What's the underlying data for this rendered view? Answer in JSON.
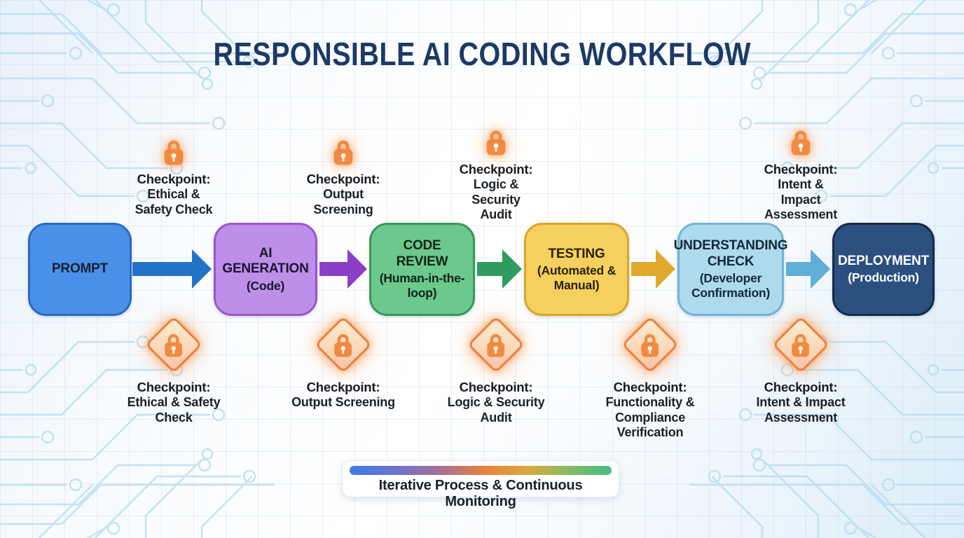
{
  "title": "RESPONSIBLE AI CODING WORKFLOW",
  "stages": [
    {
      "label": "PROMPT",
      "sublabel": "",
      "fill": "#4A90E8",
      "border": "#2A6AC0",
      "text_color": "#14202E"
    },
    {
      "label": "AI GENERATION",
      "sublabel": "(Code)",
      "fill": "#BE8FE8",
      "border": "#9A55CC",
      "text_color": "#1A1430"
    },
    {
      "label": "CODE REVIEW",
      "sublabel": "(Human-in-the-loop)",
      "fill": "#6CC88C",
      "border": "#37985C",
      "text_color": "#0F2417"
    },
    {
      "label": "TESTING",
      "sublabel": "(Automated & Manual)",
      "fill": "#F6D05E",
      "border": "#D9A62A",
      "text_color": "#2A2108"
    },
    {
      "label": "UNDERSTANDING CHECK",
      "sublabel": "(Developer Confirmation)",
      "fill": "#AEDAEE",
      "border": "#6FB4D6",
      "text_color": "#102A38"
    },
    {
      "label": "DEPLOYMENT",
      "sublabel": "(Production)",
      "fill": "#2B507F",
      "border": "#16294A",
      "text_color": "#FFFFFF"
    }
  ],
  "arrows": [
    {
      "color": "#2273C8"
    },
    {
      "color": "#8B3EC8"
    },
    {
      "color": "#2E9C5E"
    },
    {
      "color": "#E0A92B"
    },
    {
      "color": "#5FAFD6"
    }
  ],
  "checkpoints_top": [
    {
      "heading": "Checkpoint:",
      "body": "Ethical &\nSafety Check"
    },
    {
      "heading": "Checkpoint:",
      "body": "Output\nScreening"
    },
    {
      "heading": "Checkpoint:",
      "body": "Logic &\nSecurity\nAudit"
    },
    {
      "heading": "Checkpoint:",
      "body": "Intent &\nImpact\nAssessment"
    }
  ],
  "checkpoints_bottom": [
    {
      "heading": "Checkpoint:",
      "body": "Ethical & Safety\nCheck"
    },
    {
      "heading": "Checkpoint:",
      "body": "Output Screening"
    },
    {
      "heading": "Checkpoint:",
      "body": "Logic & Security\nAudit"
    },
    {
      "heading": "Checkpoint:",
      "body": "Functionality &\nCompliance\nVerification"
    },
    {
      "heading": "Checkpoint:",
      "body": "Intent & Impact\nAssessment"
    }
  ],
  "footer": {
    "label": "Iterative Process & Continuous Monitoring",
    "gradient": [
      "#3E7BE8",
      "#7472C8",
      "#E8823C",
      "#D9A93E",
      "#8FB963",
      "#43BE82"
    ]
  },
  "colors": {
    "title": "#1C3A66",
    "lock_orange": "#F08A43",
    "diamond_border": "#EE8040",
    "checkpoint_text": "#1B2025",
    "circuit_trace": "#B7DCF1"
  },
  "icons": {
    "checkpoint_icon": "lock-icon"
  }
}
